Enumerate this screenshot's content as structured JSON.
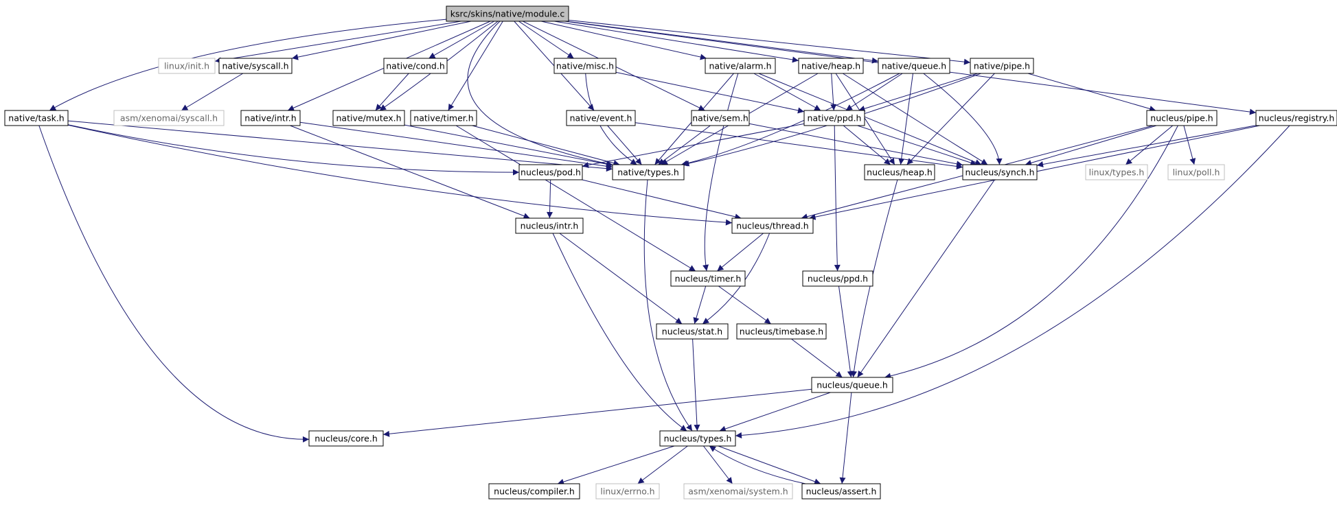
{
  "diagram": {
    "root": "root",
    "edge_color": "#191970",
    "nodes": {
      "root": {
        "label": "ksrc/skins/native/module.c",
        "style": "root"
      },
      "linux_init": {
        "label": "linux/init.h",
        "style": "external"
      },
      "native_syscall": {
        "label": "native/syscall.h",
        "style": "normal"
      },
      "native_cond": {
        "label": "native/cond.h",
        "style": "normal"
      },
      "native_misc": {
        "label": "native/misc.h",
        "style": "normal"
      },
      "native_alarm": {
        "label": "native/alarm.h",
        "style": "normal"
      },
      "native_heap": {
        "label": "native/heap.h",
        "style": "normal"
      },
      "native_queue": {
        "label": "native/queue.h",
        "style": "normal"
      },
      "native_pipe": {
        "label": "native/pipe.h",
        "style": "normal"
      },
      "native_task": {
        "label": "native/task.h",
        "style": "normal"
      },
      "asm_syscall": {
        "label": "asm/xenomai/syscall.h",
        "style": "external"
      },
      "native_intr": {
        "label": "native/intr.h",
        "style": "normal"
      },
      "native_mutex": {
        "label": "native/mutex.h",
        "style": "normal"
      },
      "native_timer": {
        "label": "native/timer.h",
        "style": "normal"
      },
      "native_event": {
        "label": "native/event.h",
        "style": "normal"
      },
      "native_sem": {
        "label": "native/sem.h",
        "style": "normal"
      },
      "native_ppd": {
        "label": "native/ppd.h",
        "style": "normal"
      },
      "nucleus_pipe": {
        "label": "nucleus/pipe.h",
        "style": "normal"
      },
      "nucleus_registry": {
        "label": "nucleus/registry.h",
        "style": "normal"
      },
      "nucleus_pod": {
        "label": "nucleus/pod.h",
        "style": "normal"
      },
      "native_types": {
        "label": "native/types.h",
        "style": "normal"
      },
      "nucleus_heap": {
        "label": "nucleus/heap.h",
        "style": "normal"
      },
      "nucleus_synch": {
        "label": "nucleus/synch.h",
        "style": "normal"
      },
      "linux_types": {
        "label": "linux/types.h",
        "style": "external"
      },
      "linux_poll": {
        "label": "linux/poll.h",
        "style": "external"
      },
      "nucleus_intr": {
        "label": "nucleus/intr.h",
        "style": "normal"
      },
      "nucleus_thread": {
        "label": "nucleus/thread.h",
        "style": "normal"
      },
      "nucleus_timer": {
        "label": "nucleus/timer.h",
        "style": "normal"
      },
      "nucleus_ppd": {
        "label": "nucleus/ppd.h",
        "style": "normal"
      },
      "nucleus_stat": {
        "label": "nucleus/stat.h",
        "style": "normal"
      },
      "nucleus_timebase": {
        "label": "nucleus/timebase.h",
        "style": "normal"
      },
      "nucleus_queue": {
        "label": "nucleus/queue.h",
        "style": "normal"
      },
      "nucleus_core": {
        "label": "nucleus/core.h",
        "style": "normal"
      },
      "nucleus_types": {
        "label": "nucleus/types.h",
        "style": "normal"
      },
      "nucleus_compiler": {
        "label": "nucleus/compiler.h",
        "style": "normal"
      },
      "linux_errno": {
        "label": "linux/errno.h",
        "style": "external"
      },
      "asm_system": {
        "label": "asm/xenomai/system.h",
        "style": "external"
      },
      "nucleus_assert": {
        "label": "nucleus/assert.h",
        "style": "normal"
      }
    },
    "edges": [
      [
        "root",
        "linux_init"
      ],
      [
        "root",
        "native_syscall"
      ],
      [
        "root",
        "native_cond"
      ],
      [
        "root",
        "native_misc"
      ],
      [
        "root",
        "native_alarm"
      ],
      [
        "root",
        "native_heap"
      ],
      [
        "root",
        "native_queue"
      ],
      [
        "root",
        "native_pipe"
      ],
      [
        "root",
        "native_task"
      ],
      [
        "root",
        "native_intr"
      ],
      [
        "root",
        "native_mutex"
      ],
      [
        "root",
        "native_timer"
      ],
      [
        "root",
        "native_event"
      ],
      [
        "root",
        "native_sem"
      ],
      [
        "root",
        "nucleus_registry"
      ],
      [
        "root",
        "native_types"
      ],
      [
        "native_syscall",
        "asm_syscall"
      ],
      [
        "native_cond",
        "native_mutex"
      ],
      [
        "native_misc",
        "native_types"
      ],
      [
        "native_misc",
        "native_ppd"
      ],
      [
        "native_alarm",
        "native_types"
      ],
      [
        "native_alarm",
        "native_ppd"
      ],
      [
        "native_alarm",
        "nucleus_timer"
      ],
      [
        "native_alarm",
        "nucleus_synch"
      ],
      [
        "native_heap",
        "native_types"
      ],
      [
        "native_heap",
        "native_ppd"
      ],
      [
        "native_heap",
        "nucleus_heap"
      ],
      [
        "native_heap",
        "nucleus_synch"
      ],
      [
        "native_queue",
        "native_types"
      ],
      [
        "native_queue",
        "native_ppd"
      ],
      [
        "native_queue",
        "nucleus_heap"
      ],
      [
        "native_queue",
        "nucleus_synch"
      ],
      [
        "native_pipe",
        "native_types"
      ],
      [
        "native_pipe",
        "native_ppd"
      ],
      [
        "native_pipe",
        "nucleus_pipe"
      ],
      [
        "native_pipe",
        "nucleus_heap"
      ],
      [
        "native_task",
        "native_types"
      ],
      [
        "native_task",
        "nucleus_pod"
      ],
      [
        "native_task",
        "nucleus_thread"
      ],
      [
        "native_task",
        "nucleus_core"
      ],
      [
        "native_intr",
        "native_types"
      ],
      [
        "native_intr",
        "nucleus_intr"
      ],
      [
        "native_mutex",
        "native_types"
      ],
      [
        "native_timer",
        "native_types"
      ],
      [
        "native_timer",
        "nucleus_timer"
      ],
      [
        "native_event",
        "native_types"
      ],
      [
        "native_event",
        "nucleus_synch"
      ],
      [
        "native_sem",
        "native_types"
      ],
      [
        "native_sem",
        "nucleus_synch"
      ],
      [
        "native_ppd",
        "nucleus_pod"
      ],
      [
        "native_ppd",
        "nucleus_heap"
      ],
      [
        "native_ppd",
        "nucleus_synch"
      ],
      [
        "native_ppd",
        "nucleus_ppd"
      ],
      [
        "nucleus_pipe",
        "nucleus_synch"
      ],
      [
        "nucleus_pipe",
        "linux_types"
      ],
      [
        "nucleus_pipe",
        "linux_poll"
      ],
      [
        "nucleus_pipe",
        "nucleus_thread"
      ],
      [
        "nucleus_pipe",
        "nucleus_queue"
      ],
      [
        "nucleus_registry",
        "nucleus_synch"
      ],
      [
        "nucleus_registry",
        "nucleus_thread"
      ],
      [
        "nucleus_registry",
        "nucleus_types"
      ],
      [
        "nucleus_pod",
        "nucleus_intr"
      ],
      [
        "nucleus_pod",
        "nucleus_thread"
      ],
      [
        "native_types",
        "nucleus_types"
      ],
      [
        "nucleus_heap",
        "nucleus_queue"
      ],
      [
        "nucleus_synch",
        "nucleus_queue"
      ],
      [
        "nucleus_intr",
        "nucleus_stat"
      ],
      [
        "nucleus_intr",
        "nucleus_types"
      ],
      [
        "nucleus_thread",
        "nucleus_timer"
      ],
      [
        "nucleus_thread",
        "nucleus_stat"
      ],
      [
        "nucleus_timer",
        "nucleus_stat"
      ],
      [
        "nucleus_timer",
        "nucleus_timebase"
      ],
      [
        "nucleus_ppd",
        "nucleus_queue"
      ],
      [
        "nucleus_stat",
        "nucleus_types"
      ],
      [
        "nucleus_timebase",
        "nucleus_queue"
      ],
      [
        "nucleus_queue",
        "nucleus_core"
      ],
      [
        "nucleus_queue",
        "nucleus_types"
      ],
      [
        "nucleus_queue",
        "nucleus_assert"
      ],
      [
        "nucleus_types",
        "nucleus_compiler"
      ],
      [
        "nucleus_types",
        "linux_errno"
      ],
      [
        "nucleus_types",
        "asm_system"
      ],
      [
        "nucleus_types",
        "nucleus_assert"
      ],
      [
        "nucleus_assert",
        "nucleus_types"
      ]
    ]
  }
}
